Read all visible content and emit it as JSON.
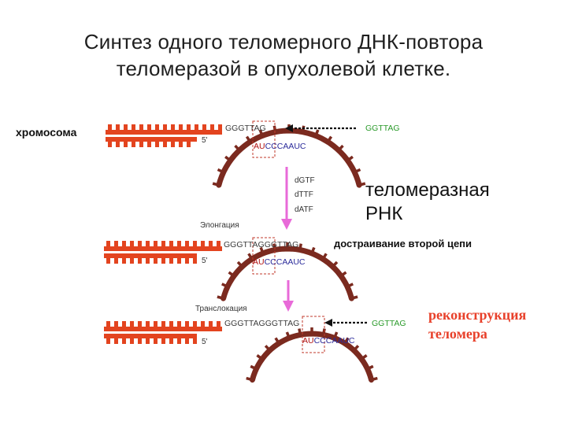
{
  "title_line1": "Синтез одного теломерного  ДНК-повтора",
  "title_line2": "теломеразой в опухолевой клетке.",
  "chromosome_label": "хромосома",
  "five_prime": "5'",
  "step1": {
    "dna": "GGGTTAG",
    "rna": "AUCCCAAUC",
    "incoming": "GGTTAG"
  },
  "nucleotides": [
    "dGTF",
    "dTTF",
    "dATF"
  ],
  "telomerase_rna_line1": "теломеразная",
  "telomerase_rna_line2": "РНК",
  "elongation_label": "Элонгация",
  "step2": {
    "dna": "GGGTTAGGGTTAG",
    "rna": "AUCCCAAUC",
    "note": "достраивание второй цепи"
  },
  "translocation_label": "Транслокация",
  "step3": {
    "dna": "GGGTTAGGGTTAG",
    "rna": "AUCCCAAUC",
    "incoming": "GGTTAG"
  },
  "reconstruction_line1": "реконструкция",
  "reconstruction_line2": "теломера",
  "colors": {
    "dna_strand": "#e3441f",
    "telomerase": "#7b2a1f",
    "arrow": "#e86ad8",
    "box": "#c0392b"
  }
}
